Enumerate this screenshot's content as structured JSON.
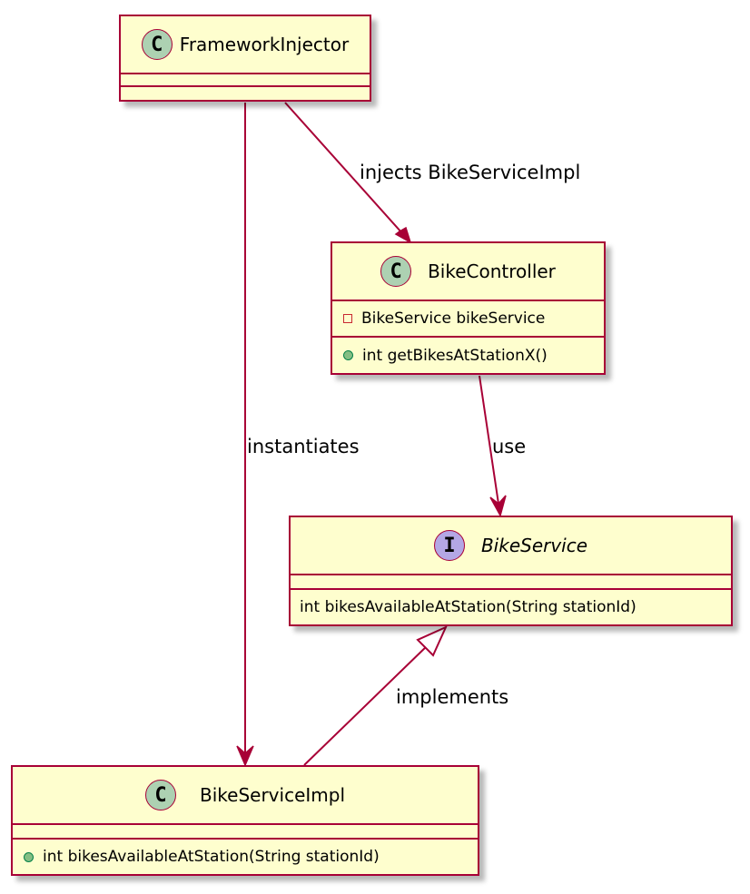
{
  "diagram": {
    "classes": {
      "framework_injector": {
        "stereotype": "C",
        "name": "FrameworkInjector"
      },
      "bike_controller": {
        "stereotype": "C",
        "name": "BikeController",
        "fields": [
          "BikeService bikeService"
        ],
        "methods": [
          "int getBikesAtStationX()"
        ]
      },
      "bike_service": {
        "stereotype": "I",
        "name": "BikeService",
        "methods": [
          "int bikesAvailableAtStation(String stationId)"
        ]
      },
      "bike_service_impl": {
        "stereotype": "C",
        "name": "BikeServiceImpl",
        "methods": [
          "int bikesAvailableAtStation(String stationId)"
        ]
      }
    },
    "relations": {
      "injects": "injects BikeServiceImpl",
      "instantiates": "instantiates",
      "use": "use",
      "implements": "implements"
    },
    "colors": {
      "border": "#a80036",
      "fill": "#fefece",
      "class_circle": "#add1b2",
      "interface_circle": "#b4a7e5",
      "public_dot": "#84be84",
      "private_square": "#c82930"
    }
  }
}
